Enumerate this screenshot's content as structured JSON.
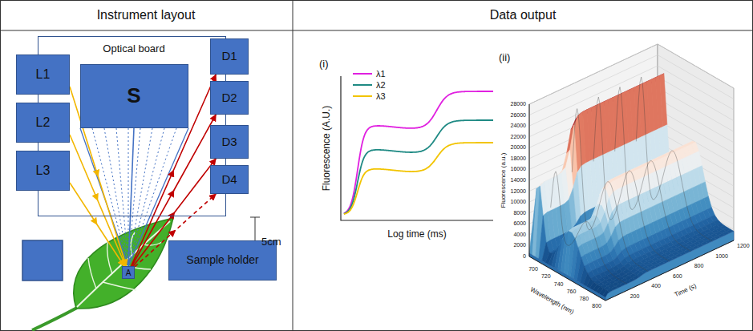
{
  "diagram": {
    "nodes": [
      {
        "text": [
          "Optical board"
        ]
      },
      {
        "text": [
          "S"
        ],
        "in": 0
      },
      {
        "text": [
          "L1"
        ]
      },
      {
        "text": [
          "L2"
        ]
      },
      {
        "text": [
          "L3"
        ]
      },
      {
        "text": [
          "D1"
        ]
      },
      {
        "text": [
          "D2"
        ]
      },
      {
        "text": [
          "D3"
        ]
      },
      {
        "text": [
          "D4"
        ]
      },
      {
        "text": [
          "A"
        ]
      },
      {
        "text": [
          "Sample holder"
        ]
      }
    ],
    "edges": [
      {
        "from": 2,
        "to": 9,
        "arrow": "to"
      },
      {
        "from": 3,
        "to": 9,
        "arrow": "to"
      },
      {
        "from": 4,
        "to": 9,
        "arrow": "to"
      },
      {
        "from": 1,
        "to": 9,
        "arrow": "none"
      },
      {
        "from": 9,
        "to": 5,
        "arrow": "to"
      },
      {
        "from": 9,
        "to": 6,
        "arrow": "to"
      },
      {
        "from": 9,
        "to": 7,
        "arrow": "to"
      },
      {
        "from": 9,
        "to": 8,
        "arrow": "to"
      }
    ],
    "labels": [
      "Instrument layout",
      "Data output",
      "5cm",
      "(i)",
      "Fluorescence (A.U.)",
      "Log time (ms)",
      "(ii)",
      "Fluorescence (a.u.)",
      "0",
      "2000",
      "4000",
      "6000",
      "8000",
      "10000",
      "12000",
      "14000",
      "16000",
      "18000",
      "20000",
      "22000",
      "24000",
      "26000",
      "28000",
      "Wavelength (nm)",
      "700",
      "720",
      "740",
      "760",
      "780",
      "800",
      "Time (s)",
      "200",
      "400",
      "600",
      "800",
      "1000",
      "1200"
    ],
    "legend": [
      {
        "text": "λ1"
      },
      {
        "text": "λ2"
      },
      {
        "text": "λ3"
      }
    ]
  }
}
